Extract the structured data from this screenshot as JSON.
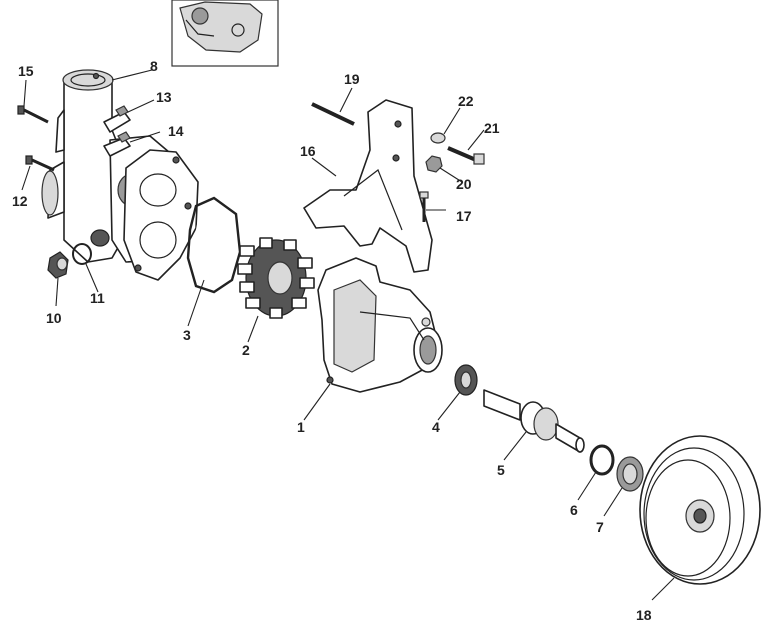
{
  "callouts": {
    "c1": "1",
    "c2": "2",
    "c3": "3",
    "c4": "4",
    "c5": "5",
    "c6": "6",
    "c7": "7",
    "c8": "8",
    "c10": "10",
    "c11": "11",
    "c12": "12",
    "c13": "13",
    "c14": "14",
    "c15": "15",
    "c16": "16",
    "c17": "17",
    "c18": "18",
    "c19": "19",
    "c20": "20",
    "c21": "21",
    "c22": "22"
  }
}
